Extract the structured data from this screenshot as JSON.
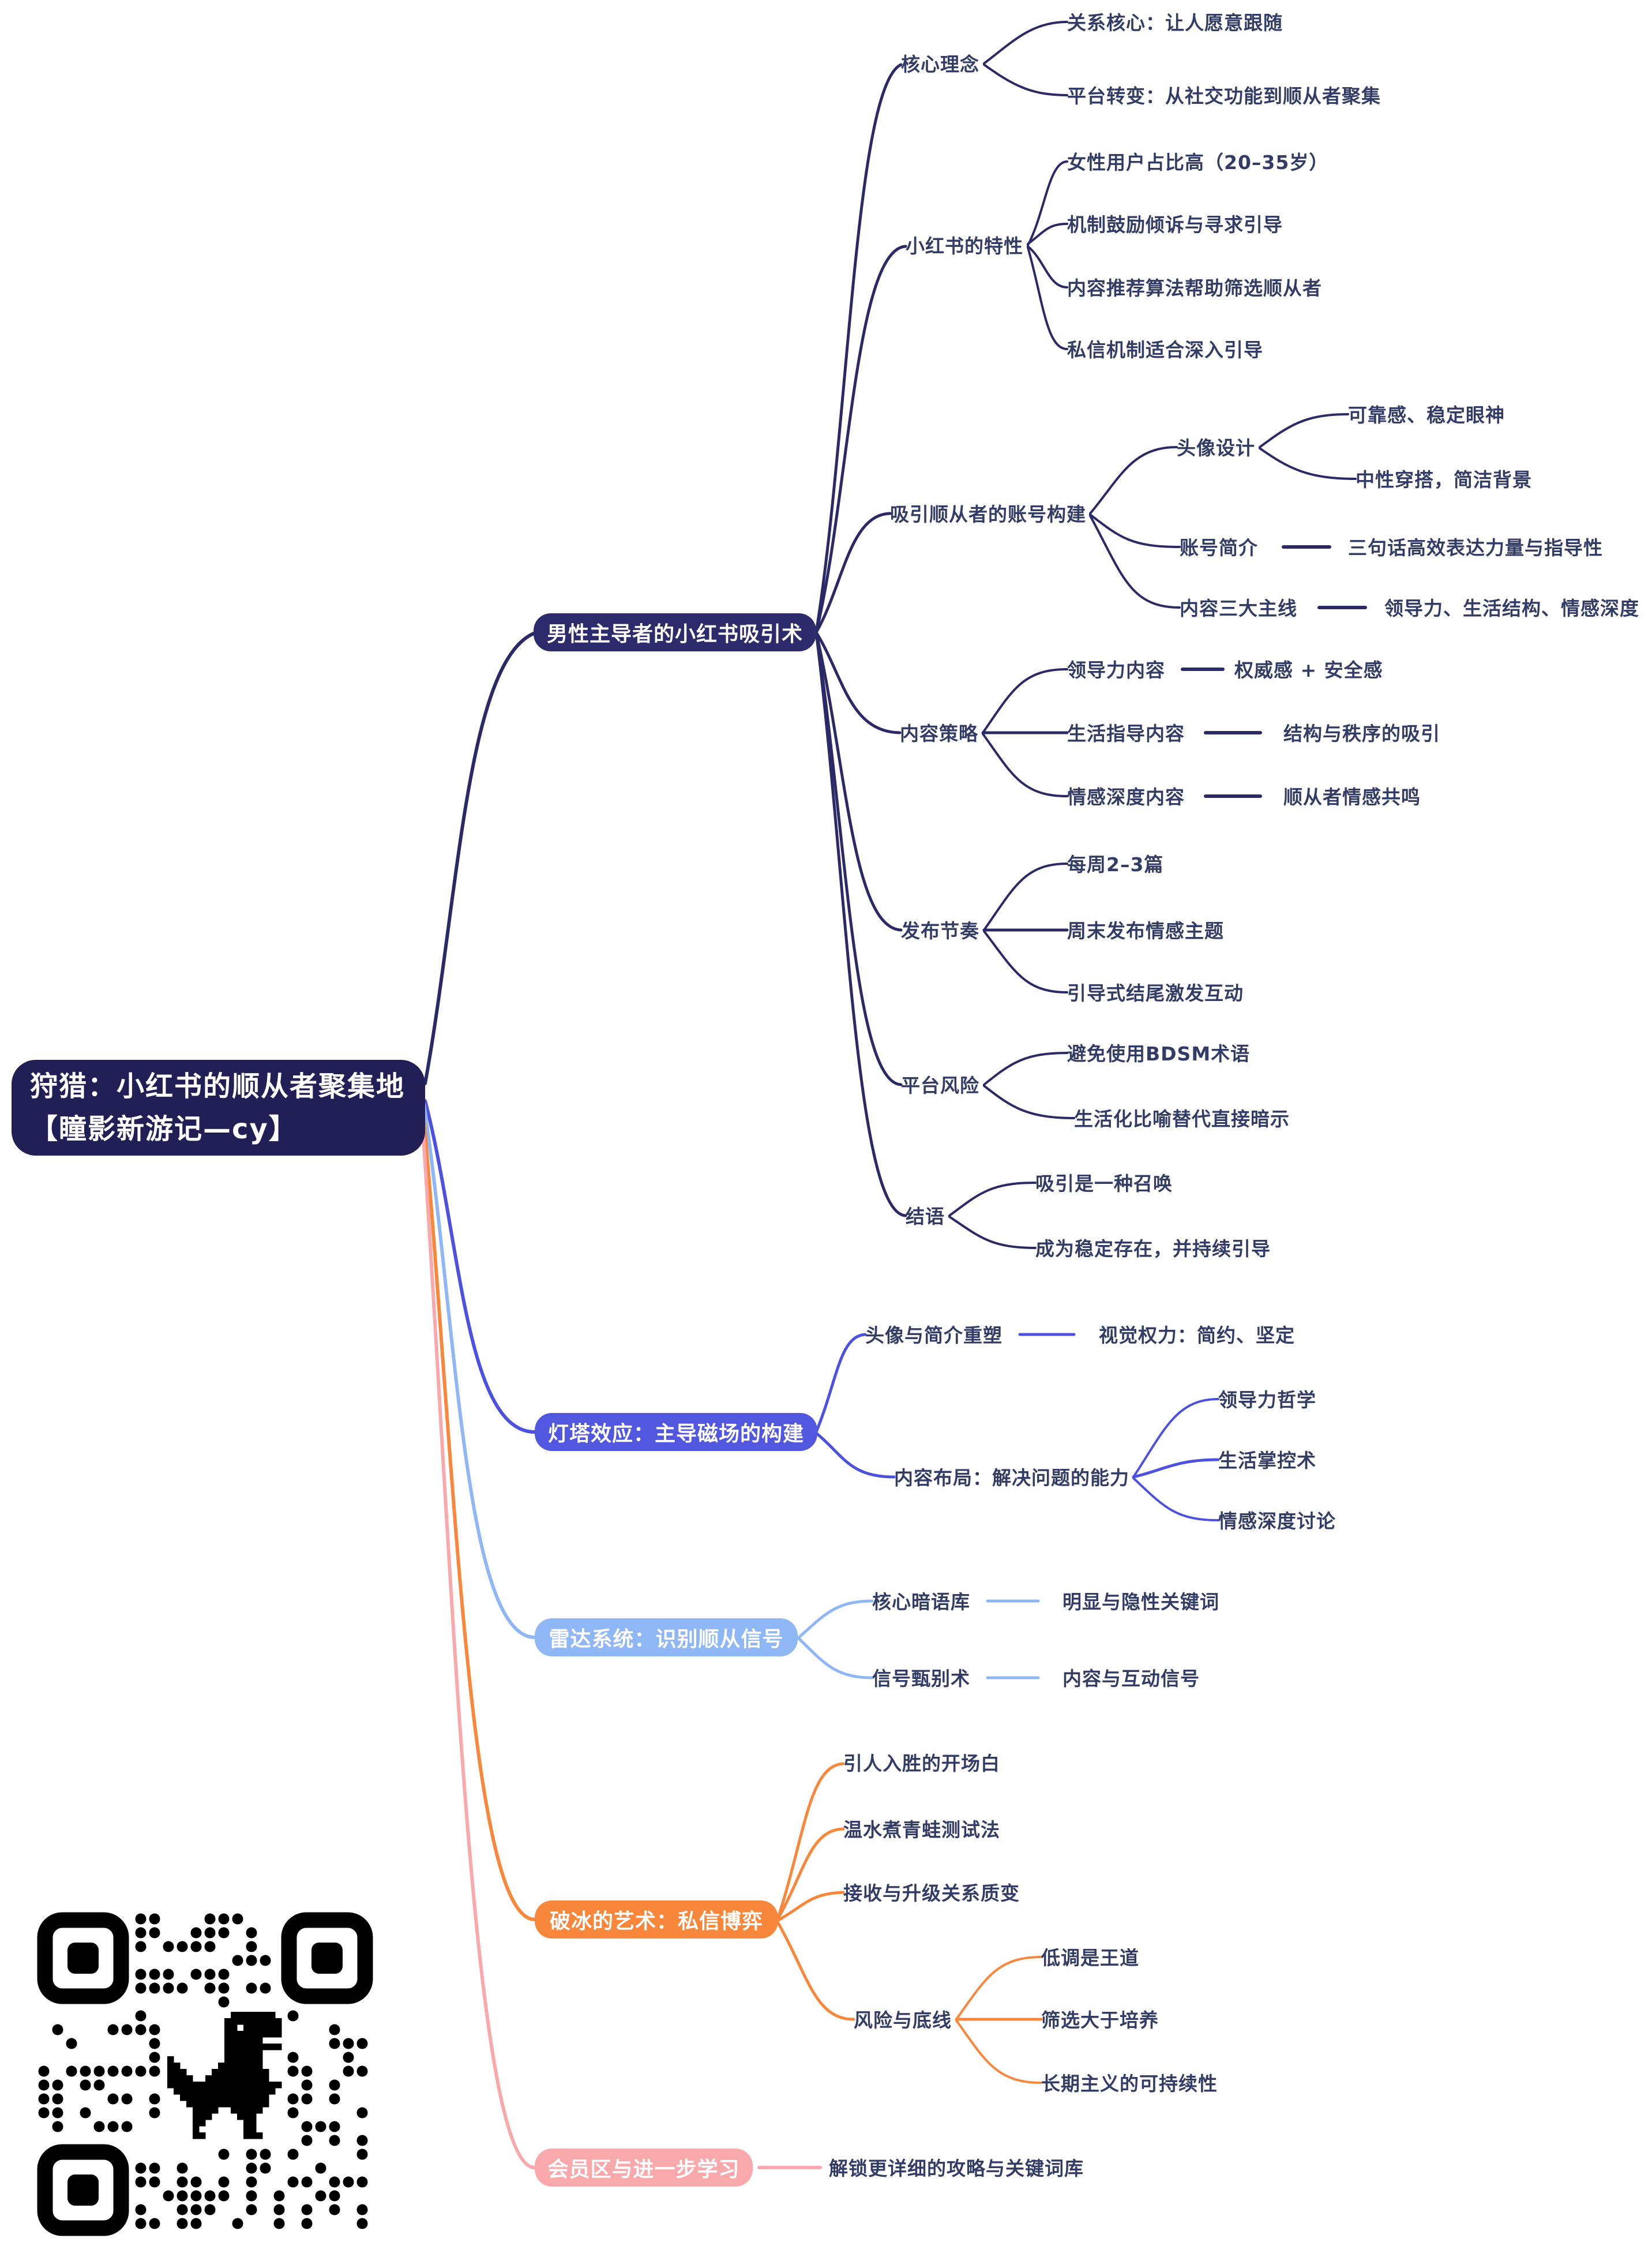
{
  "root": {
    "title_line1": "狩猎：小红书的顺从者聚集地",
    "title_line2": "【瞳影新游记—cy】"
  },
  "colors": {
    "root_bg": "#221f56",
    "branch_attraction": "#2d2b6b",
    "branch_lighthouse": "#5257df",
    "branch_radar": "#90b7f5",
    "branch_icebreak": "#f8873b",
    "branch_member": "#f9a8ab",
    "leaf_text": "#333c66"
  },
  "qr": {
    "icon": "chrome-dino-icon"
  },
  "branches": [
    {
      "label": "男性主导者的小红书吸引术",
      "nodes": [
        {
          "label": "核心理念",
          "children": [
            {
              "label": "关系核心：让人愿意跟随"
            },
            {
              "label": "平台转变：从社交功能到顺从者聚集"
            }
          ]
        },
        {
          "label": "小红书的特性",
          "children": [
            {
              "label": "女性用户占比高（20–35岁）"
            },
            {
              "label": "机制鼓励倾诉与寻求引导"
            },
            {
              "label": "内容推荐算法帮助筛选顺从者"
            },
            {
              "label": "私信机制适合深入引导"
            }
          ]
        },
        {
          "label": "吸引顺从者的账号构建",
          "children": [
            {
              "label": "头像设计",
              "children": [
                {
                  "label": "可靠感、稳定眼神"
                },
                {
                  "label": "中性穿搭，简洁背景"
                }
              ]
            },
            {
              "label": "账号简介",
              "note": "三句话高效表达力量与指导性"
            },
            {
              "label": "内容三大主线",
              "note": "领导力、生活结构、情感深度"
            }
          ]
        },
        {
          "label": "内容策略",
          "children": [
            {
              "label": "领导力内容",
              "note": "权威感 + 安全感"
            },
            {
              "label": "生活指导内容",
              "note": "结构与秩序的吸引"
            },
            {
              "label": "情感深度内容",
              "note": "顺从者情感共鸣"
            }
          ]
        },
        {
          "label": "发布节奏",
          "children": [
            {
              "label": "每周2–3篇"
            },
            {
              "label": "周末发布情感主题"
            },
            {
              "label": "引导式结尾激发互动"
            }
          ]
        },
        {
          "label": "平台风险",
          "children": [
            {
              "label": "避免使用BDSM术语"
            },
            {
              "label": "生活化比喻替代直接暗示"
            }
          ]
        },
        {
          "label": "结语",
          "children": [
            {
              "label": "吸引是一种召唤"
            },
            {
              "label": "成为稳定存在，并持续引导"
            }
          ]
        }
      ]
    },
    {
      "label": "灯塔效应：主导磁场的构建",
      "nodes": [
        {
          "label": "头像与简介重塑",
          "note": "视觉权力：简约、坚定"
        },
        {
          "label": "内容布局：解决问题的能力",
          "children": [
            {
              "label": "领导力哲学"
            },
            {
              "label": "生活掌控术"
            },
            {
              "label": "情感深度讨论"
            }
          ]
        }
      ]
    },
    {
      "label": "雷达系统：识别顺从信号",
      "nodes": [
        {
          "label": "核心暗语库",
          "note": "明显与隐性关键词"
        },
        {
          "label": "信号甄别术",
          "note": "内容与互动信号"
        }
      ]
    },
    {
      "label": "破冰的艺术：私信博弈",
      "nodes": [
        {
          "label": "引人入胜的开场白"
        },
        {
          "label": "温水煮青蛙测试法"
        },
        {
          "label": "接收与升级关系质变"
        },
        {
          "label": "风险与底线",
          "children": [
            {
              "label": "低调是王道"
            },
            {
              "label": "筛选大于培养"
            },
            {
              "label": "长期主义的可持续性"
            }
          ]
        }
      ]
    },
    {
      "label": "会员区与进一步学习",
      "nodes": [
        {
          "label": "解锁更详细的攻略与关键词库"
        }
      ]
    }
  ]
}
